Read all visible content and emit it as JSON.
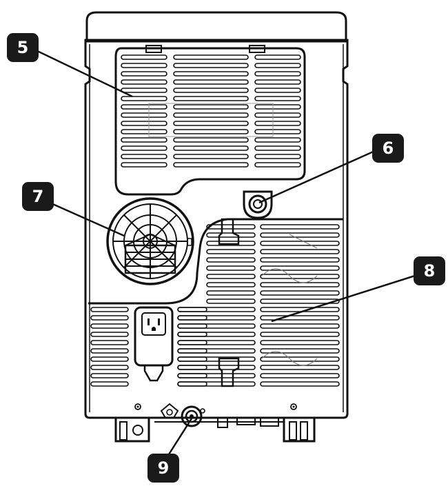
{
  "diagram": {
    "callouts": [
      {
        "id": "5",
        "label": "5"
      },
      {
        "id": "6",
        "label": "6"
      },
      {
        "id": "7",
        "label": "7"
      },
      {
        "id": "8",
        "label": "8"
      },
      {
        "id": "9",
        "label": "9"
      }
    ],
    "colors": {
      "line": "#111111",
      "badge": "#1a1a1a",
      "badge_text": "#ffffff",
      "background": "#ffffff"
    }
  }
}
